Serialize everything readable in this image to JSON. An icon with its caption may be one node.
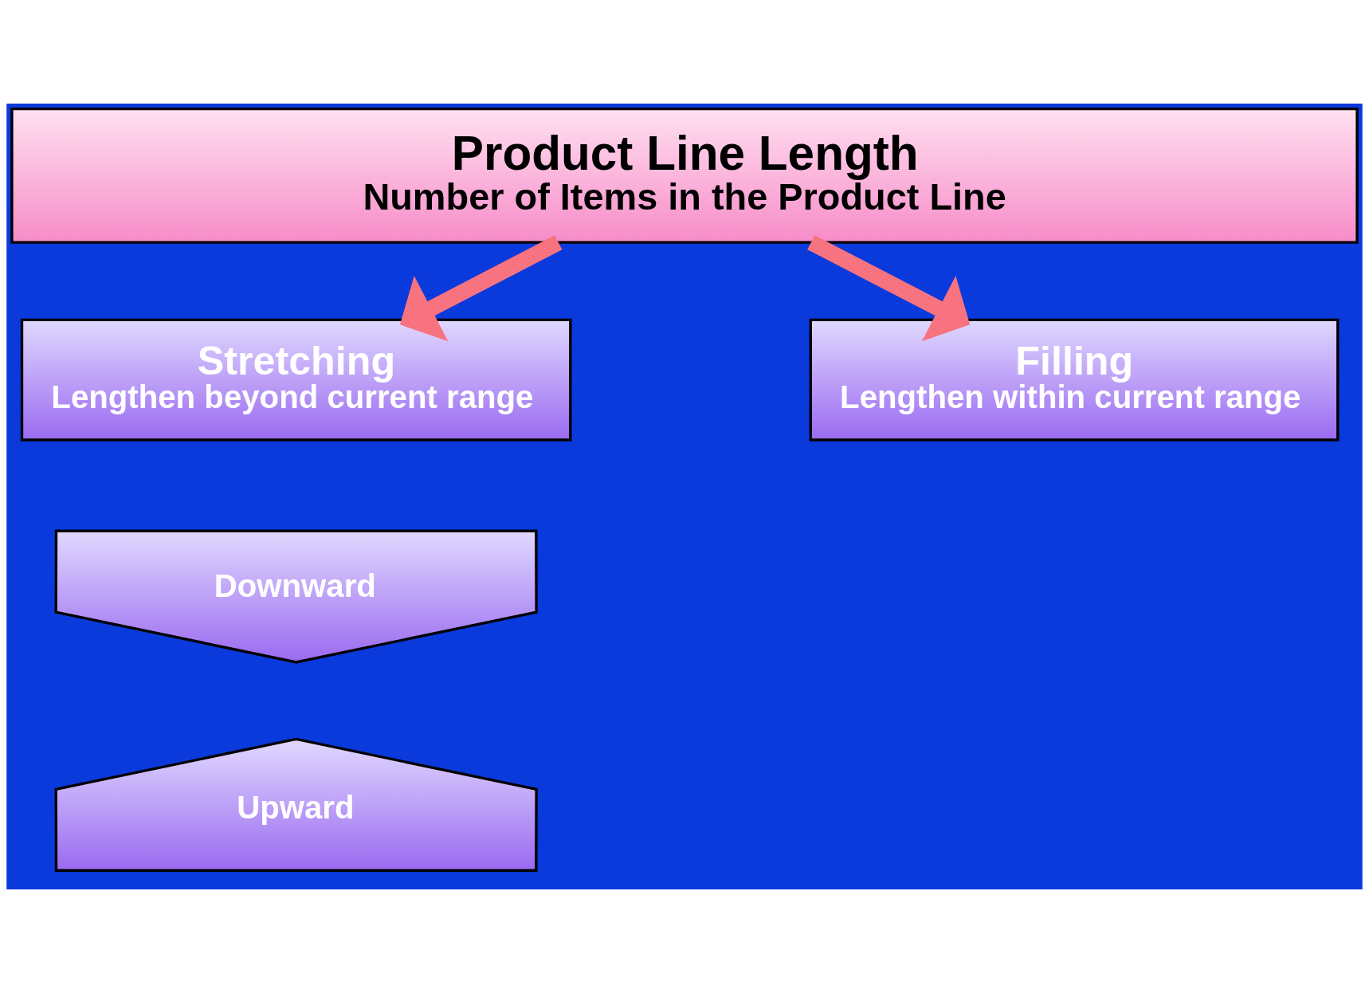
{
  "diagram": {
    "nodes": [
      {
        "text": [
          "Product Line Length",
          "Number of Items in the Product Line"
        ]
      },
      {
        "text": [
          "Stretching",
          "Lengthen beyond current range"
        ]
      },
      {
        "text": [
          "Filling",
          "Lengthen within current range"
        ]
      },
      {
        "text": [
          "Downward"
        ]
      },
      {
        "text": [
          "Upward"
        ]
      }
    ],
    "edges": [
      {
        "from": 0,
        "to": 1,
        "arrow": "to"
      },
      {
        "from": 0,
        "to": 2,
        "arrow": "to"
      }
    ]
  }
}
